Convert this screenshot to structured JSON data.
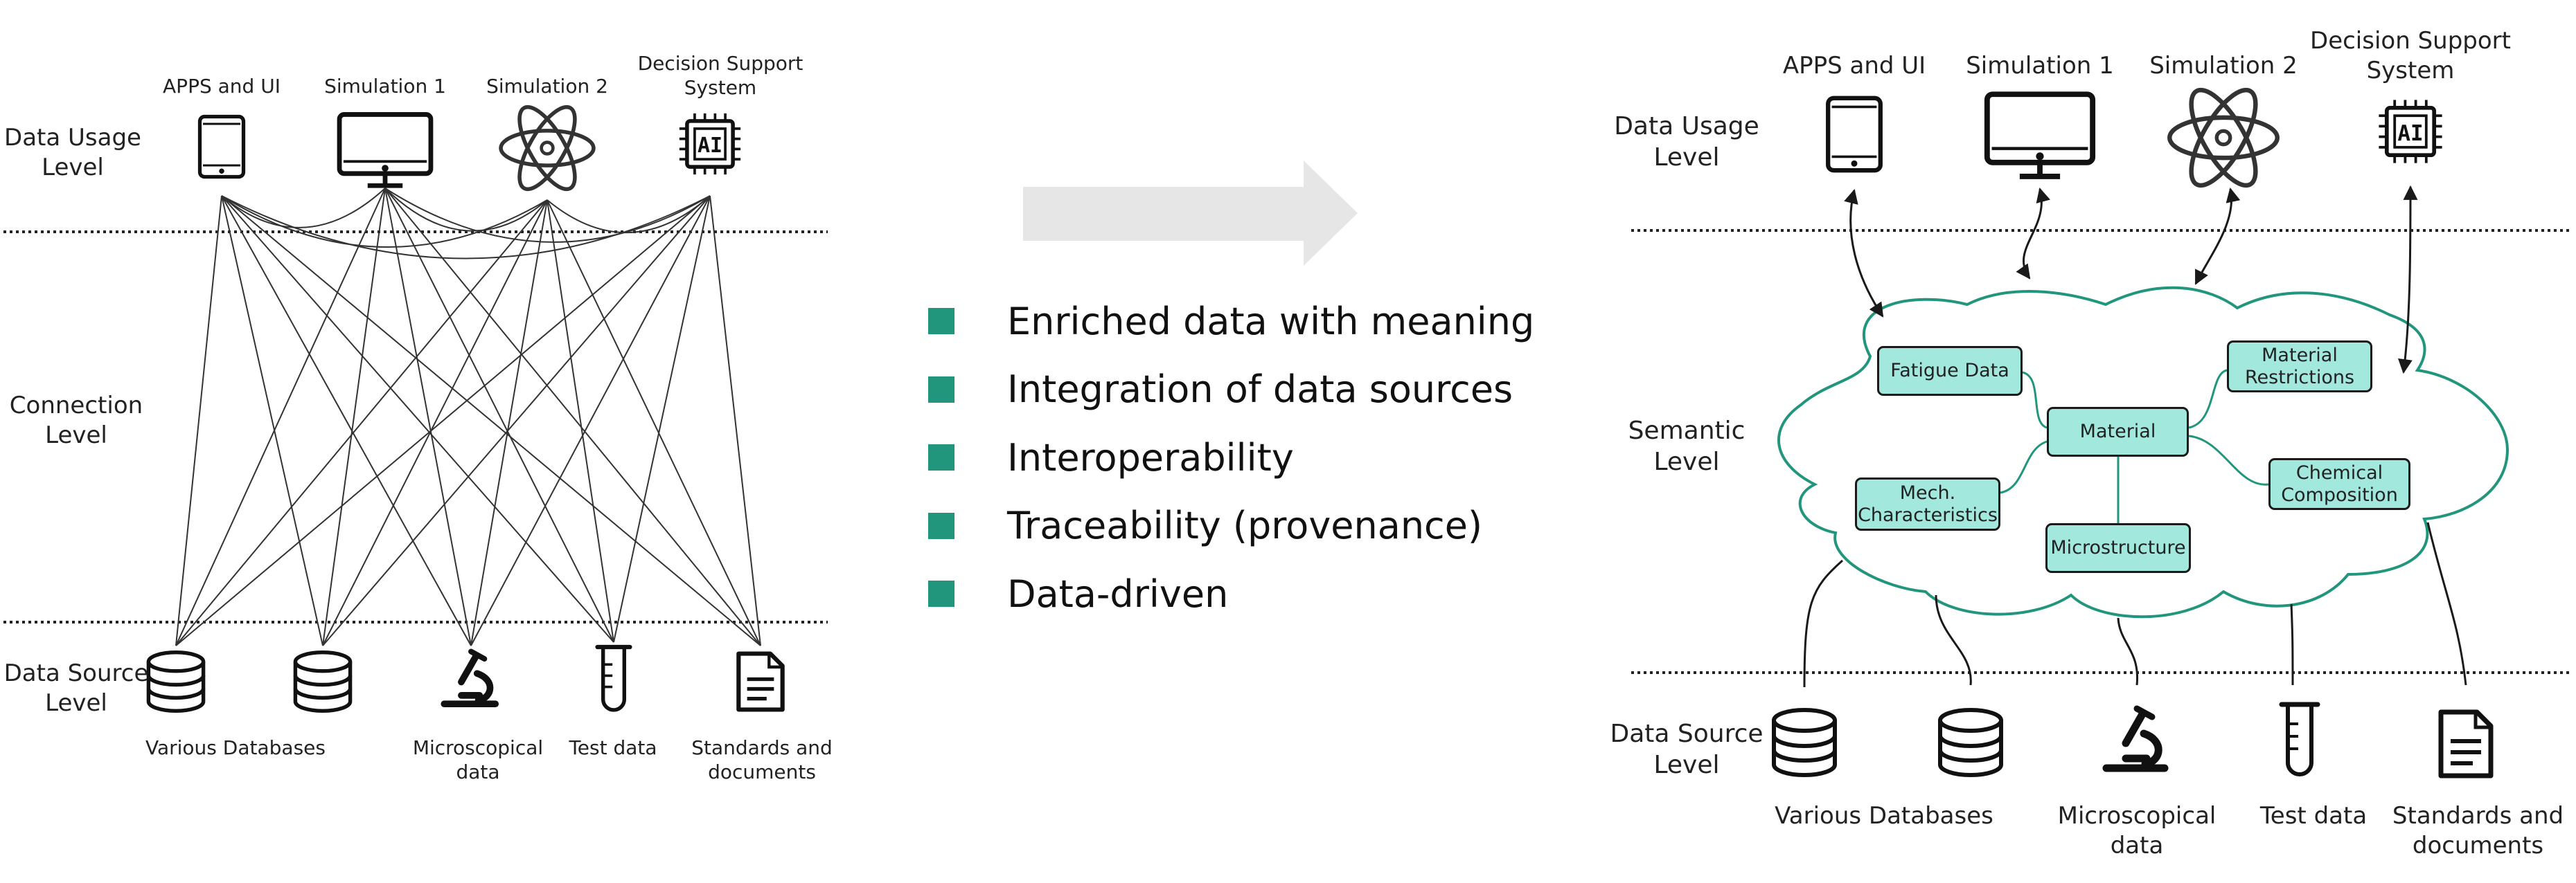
{
  "left": {
    "levels": {
      "usage": "Data Usage\nLevel",
      "connection": "Connection\nLevel",
      "source": "Data Source\nLevel"
    },
    "consumers": [
      "APPS and UI",
      "Simulation 1",
      "Simulation 2",
      "Decision Support\nSystem"
    ],
    "sources": [
      "Various Databases",
      "Microscopical\ndata",
      "Test data",
      "Standards and\ndocuments"
    ]
  },
  "bullets": [
    "Enriched data with meaning",
    "Integration of data sources",
    "Interoperability",
    "Traceability (provenance)",
    "Data-driven"
  ],
  "right": {
    "levels": {
      "usage": "Data Usage\nLevel",
      "semantic": "Semantic\nLevel",
      "source": "Data Source\nLevel"
    },
    "consumers": [
      "APPS and UI",
      "Simulation 1",
      "Simulation 2",
      "Decision Support\nSystem"
    ],
    "sources": [
      "Various Databases",
      "Microscopical\ndata",
      "Test data",
      "Standards and\ndocuments"
    ],
    "nodes": {
      "fatigue": "Fatigue Data",
      "material": "Material",
      "restrictions": "Material\nRestrictions",
      "mech": "Mech.\nCharacteristics",
      "micro": "Microstructure",
      "chemical": "Chemical\nComposition"
    }
  },
  "icons": {
    "tablet": "tablet-icon",
    "monitor": "monitor-icon",
    "atom": "atom-icon",
    "ai_chip": "ai-chip-icon",
    "database": "database-icon",
    "microscope": "microscope-icon",
    "test_tube": "test-tube-icon",
    "document": "document-icon",
    "arrow": "arrow-right-icon"
  },
  "ai_chip_text": "AI",
  "colors": {
    "accent": "#22967c",
    "node_fill": "#a2e8dd",
    "arrow_fill": "#e6e6e6",
    "ink": "#1a1a1a"
  }
}
